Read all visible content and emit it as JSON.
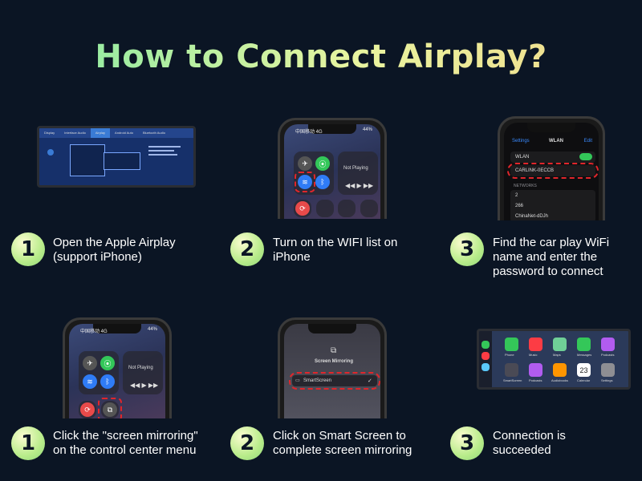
{
  "title": "How to Connect Airplay?",
  "steps_top": [
    {
      "number": "1",
      "caption_lines": [
        "Open the Apple Airplay",
        "(support iPhone)"
      ]
    },
    {
      "number": "2",
      "caption_lines": [
        "Turn on the WIFI list on",
        "iPhone"
      ]
    },
    {
      "number": "3",
      "caption_lines": [
        "Find the car play WiFi",
        "name and enter the",
        "password to connect"
      ]
    }
  ],
  "steps_bottom": [
    {
      "number": "1",
      "caption_lines": [
        "Click the \"screen mirroring\"",
        "on the control center menu"
      ]
    },
    {
      "number": "2",
      "caption_lines": [
        "Click on Smart Screen to",
        "complete screen mirroring"
      ]
    },
    {
      "number": "3",
      "caption_lines": [
        "Connection is",
        "succeeded"
      ]
    }
  ],
  "screens": {
    "car_tabs": [
      "Display",
      "Interface Audio",
      "Airplay",
      "Android Auto",
      "Bluetooth Audio"
    ],
    "phone_cc": {
      "carrier": "中国移动 4G",
      "battery": "44%",
      "now_playing": "Not Playing"
    },
    "wifi_settings": {
      "back_label": "Settings",
      "title": "WLAN",
      "edit_label": "Edit",
      "wlan_label": "WLAN",
      "connected_network": "CARLINK-0ECCB",
      "networks_header": "NETWORKS",
      "networks": [
        "2",
        "266",
        "ChinaNet-dDJh"
      ]
    },
    "mirroring": {
      "title": "Screen Mirroring",
      "device": "SmartScreen"
    },
    "carplay_apps_row1": [
      "Phone",
      "Music",
      "Maps",
      "Messages",
      "Podcasts"
    ],
    "carplay_apps_row2": [
      "SmartScreen",
      "Podcasts",
      "Audiobooks",
      "Calendar",
      "Settings"
    ],
    "calendar_day": "23"
  },
  "colors": {
    "background": "#0b1524",
    "badge": "#b8ec8a",
    "highlight": "#e0262b"
  }
}
